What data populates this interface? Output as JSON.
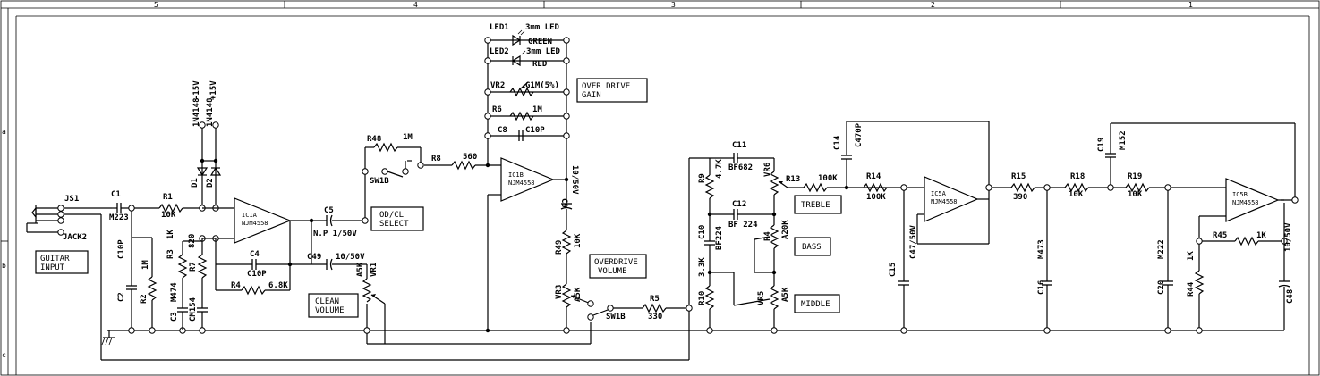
{
  "border": {
    "top_numbers": [
      "5",
      "4",
      "3",
      "2",
      "1"
    ],
    "left_letters": [
      "a",
      "b",
      "c"
    ]
  },
  "labels": {
    "js1": "JS1",
    "jack2": "JACK2",
    "guitar_input": [
      "GUITAR",
      "INPUT"
    ],
    "c1": "C1",
    "m223": "M223",
    "r1": "R1",
    "r1v": "10K",
    "c10p_a": "C10P",
    "c2": "C2",
    "r2": "R2",
    "r2v": "1M",
    "r3": "R3",
    "r3v": "1K",
    "m474": "M474",
    "c3": "C3",
    "d1": "D1",
    "d2": "D2",
    "d1n": "1N4148",
    "d2n": "1N4148",
    "m15": "-15V",
    "p15": "+15V",
    "r7": "R7",
    "r7v": "820",
    "cm154": "CM154",
    "ic1a": "IC1A",
    "ic1a_t": "NJM4558",
    "c4": "C4",
    "c4v": "C10P",
    "r4": "R4",
    "r4v": "6.8K",
    "c5": "C5",
    "c5v": "N.P 1/50V",
    "c49": "C49",
    "c49v": "10/50V",
    "vr1": "VR1",
    "vr1v": "A5K",
    "clean_volume": [
      "CLEAN",
      "VOLUME"
    ],
    "sw1b_a": "SW1B",
    "od_cl_select": [
      "OD/CL",
      "SELECT"
    ],
    "r48": "R48",
    "r48v": "1M",
    "r8": "R8",
    "r8v": "560",
    "led1": "LED1",
    "led1a": "3mm LED",
    "green": "GREEN",
    "led2": "LED2",
    "led2a": "3mm LED",
    "red": "RED",
    "vr2": "VR2",
    "vr2v": "G1M(5%)",
    "overdrive_gain": [
      "OVER DRIVE",
      "GAIN"
    ],
    "r6": "R6",
    "r6v": "1M",
    "c8": "C8",
    "c8v": "C10P",
    "ic1b": "IC1B",
    "ic1b_t": "NJM4558",
    "c9": "C9",
    "c9v": "10/50V",
    "r49": "R49",
    "r49v": "10K",
    "overdrive_volume": [
      "OVERDRIVE",
      "VOLUME"
    ],
    "vr3": "VR3",
    "vr3v": "A5K",
    "sw1b_b": "SW1B",
    "r5": "R5",
    "r5v": "330",
    "c11": "C11",
    "c11v": "BF682",
    "r9": "R9",
    "r9v": "4.7K",
    "vr6": "VR6",
    "r13": "R13",
    "r13v": "100K",
    "treble": "TREBLE",
    "c12": "C12",
    "c12v": "BF 224",
    "c10": "C10",
    "c10v": "BF224",
    "r4b": "R4",
    "r4bv": "A20K",
    "bass": "BASS",
    "r10": "R10",
    "r10v": "3.3K",
    "vr5": "VR5",
    "vr5v": "A5K",
    "middle": "MIDDLE",
    "c14": "C14",
    "c14v": "C470P",
    "r14": "R14",
    "r14v": "100K",
    "ic5a": "IC5A",
    "ic5a_t": "NJM4558",
    "c47": "C47/50V",
    "c15": "C15",
    "r15": "R15",
    "r15v": "390",
    "m473": "M473",
    "c16": "C16",
    "r18": "R18",
    "r18v": "10K",
    "c19": "C19",
    "m152": "M152",
    "r19": "R19",
    "r19v": "10K",
    "m222": "M222",
    "c20": "C20",
    "ic5b": "IC5B",
    "ic5b_t": "NJM4558",
    "r45": "R45",
    "r45v": "1K",
    "r44": "R44",
    "r44v": "1K",
    "c48": "C48",
    "c48v": "10/50V"
  }
}
